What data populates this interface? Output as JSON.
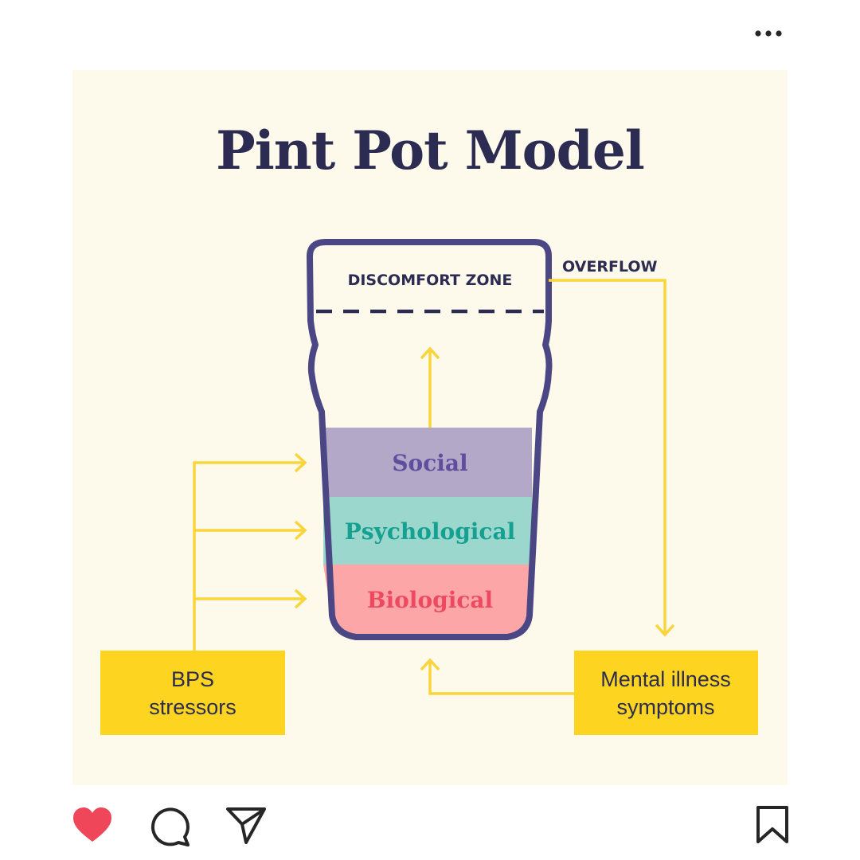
{
  "post": {
    "menu_icon": "more-horizontal-icon",
    "actions": {
      "like_icon": "heart-icon",
      "comment_icon": "comment-icon",
      "share_icon": "send-icon",
      "save_icon": "bookmark-icon",
      "like_color": "#ef4759"
    }
  },
  "diagram": {
    "title": "Pint Pot Model",
    "discomfort_zone": "DISCOMFORT ZONE",
    "overflow": "OVERFLOW",
    "layers": [
      {
        "label": "Social",
        "fill": "#b4a8c8",
        "text_color": "#5e4f9e"
      },
      {
        "label": "Psychological",
        "fill": "#9bd7cd",
        "text_color": "#14a191"
      },
      {
        "label": "Biological",
        "fill": "#fda6a8",
        "text_color": "#ed4a61"
      }
    ],
    "stressors_box": {
      "line1": "BPS",
      "line2": "stressors"
    },
    "symptoms_box": {
      "line1": "Mental illness",
      "line2": "symptoms"
    },
    "colors": {
      "outline": "#4b4785",
      "arrow": "#f9d43b",
      "box": "#fdd521",
      "background": "#fefaeb"
    }
  }
}
